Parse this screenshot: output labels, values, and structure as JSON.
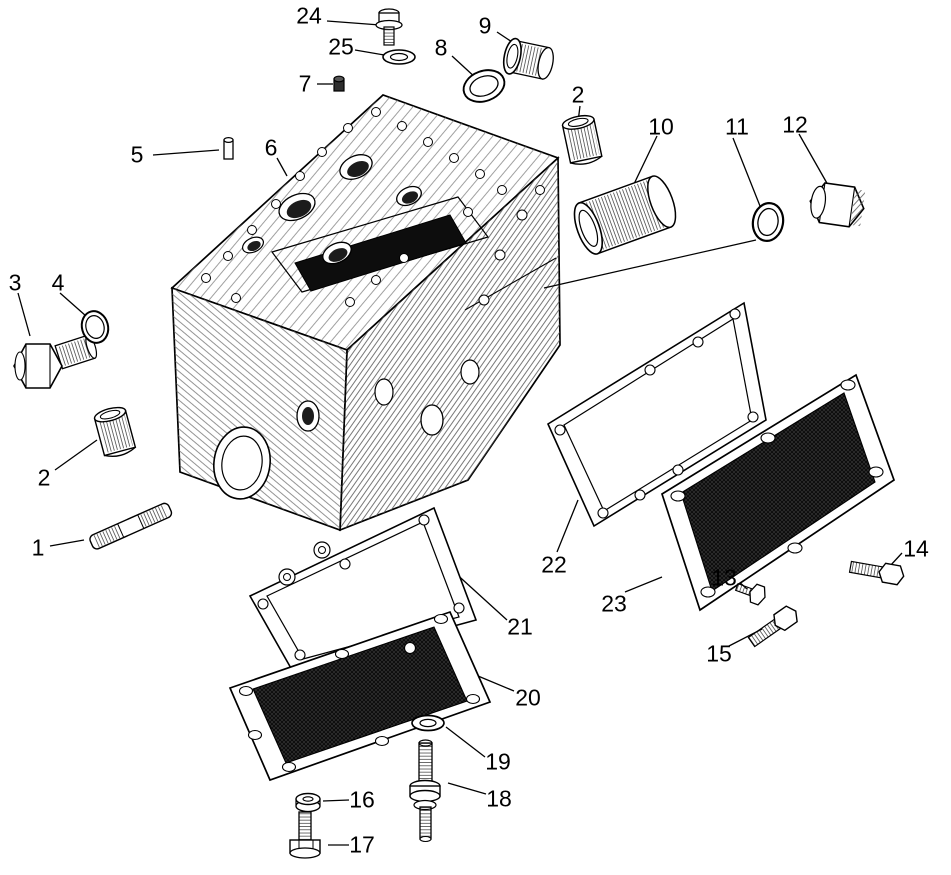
{
  "figure": {
    "background_color": "#ffffff",
    "line_color": "#000000",
    "type": "exploded-parts-diagram"
  },
  "callouts": [
    {
      "label": "24"
    },
    {
      "label": "25"
    },
    {
      "label": "7"
    },
    {
      "label": "5"
    },
    {
      "label": "6"
    },
    {
      "label": "8"
    },
    {
      "label": "9"
    },
    {
      "label": "2"
    },
    {
      "label": "10"
    },
    {
      "label": "11"
    },
    {
      "label": "12"
    },
    {
      "label": "3"
    },
    {
      "label": "4"
    },
    {
      "label": "2"
    },
    {
      "label": "1"
    },
    {
      "label": "22"
    },
    {
      "label": "23"
    },
    {
      "label": "13"
    },
    {
      "label": "14"
    },
    {
      "label": "15"
    },
    {
      "label": "21"
    },
    {
      "label": "20"
    },
    {
      "label": "19"
    },
    {
      "label": "18"
    },
    {
      "label": "16"
    },
    {
      "label": "17"
    }
  ]
}
